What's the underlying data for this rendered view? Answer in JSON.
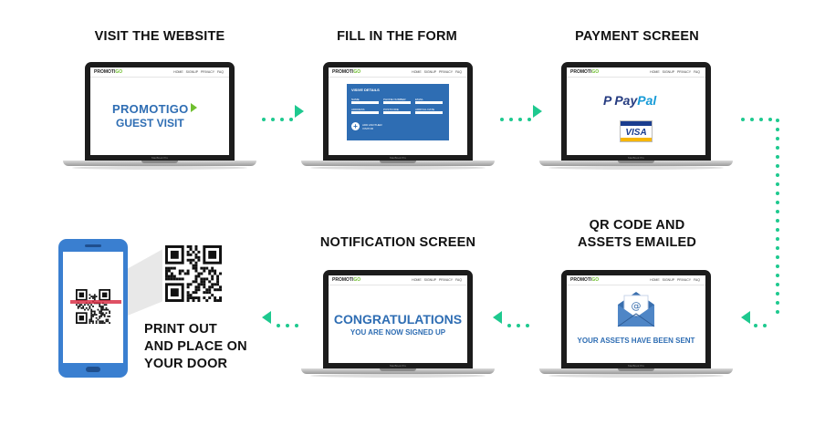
{
  "steps": {
    "visit": {
      "title": "VISIT THE WEBSITE",
      "logo_text": "PROMOTIGO",
      "tagline": "GUEST VISIT"
    },
    "form": {
      "title": "FILL IN THE FORM",
      "form_heading": "VISIVE DETAILS",
      "fields": [
        "NAME",
        "PHONE NUMBER",
        "EMAIL",
        "ADDRESS",
        "POSTCODE",
        "ARRIVAL DATE"
      ],
      "add_text": "ADD ANOTHER VISITOR"
    },
    "payment": {
      "title": "PAYMENT SCREEN",
      "paypal_pay": "Pay",
      "paypal_pal": "Pal",
      "visa": "VISA"
    },
    "email": {
      "title_line1": "QR CODE AND",
      "title_line2": "ASSETS EMAILED",
      "message": "YOUR ASSETS HAVE BEEN SENT"
    },
    "notify": {
      "title": "NOTIFICATION SCREEN",
      "headline": "CONGRATULATIONS",
      "subline": "YOU ARE NOW SIGNED UP"
    },
    "print": {
      "line1": "PRINT OUT",
      "line2": "AND PLACE ON",
      "line3": "YOUR DOOR"
    }
  },
  "nav": {
    "logo": "PROMOTI",
    "logo_accent": "GO",
    "links": "HOME SIGNUP PRIVACY FAQ"
  },
  "laptop_brand": "MacBook Pro",
  "colors": {
    "arrow": "#1ec98f",
    "brand_blue": "#2e6db3",
    "brand_green": "#6fbf2f",
    "phone": "#3a7fd0"
  }
}
